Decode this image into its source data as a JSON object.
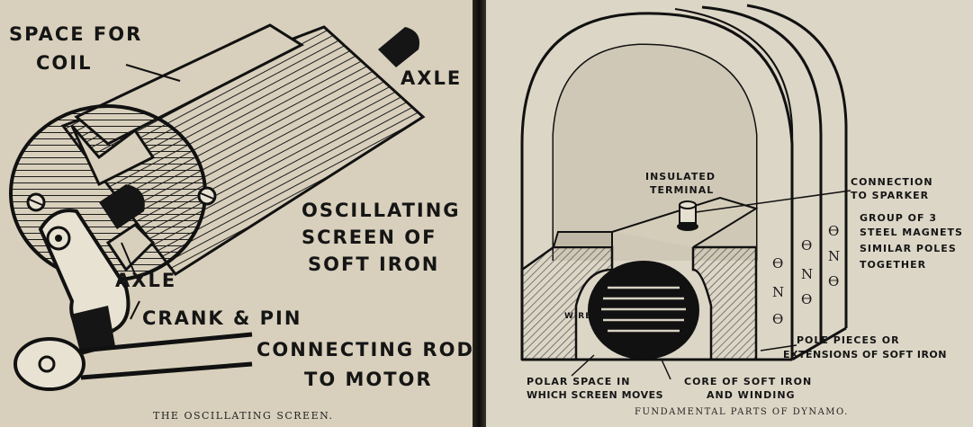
{
  "left": {
    "labels": {
      "space_for": "SPACE FOR",
      "coil": "COIL",
      "axle_top": "AXLE",
      "osc_line1": "OSCILLATING",
      "osc_line2": "SCREEN OF",
      "osc_line3": "SOFT IRON",
      "axle_lower": "AXLE",
      "crank": "CRANK & PIN",
      "rod_line1": "CONNECTING ROD",
      "rod_line2": "TO MOTOR"
    },
    "caption": "THE OSCILLATING SCREEN."
  },
  "right": {
    "labels": {
      "ins_line1": "INSULATED",
      "ins_line2": "TERMINAL",
      "conn_line1": "CONNECTION",
      "conn_line2": "TO SPARKER",
      "grp_line1": "GROUP OF 3",
      "grp_line2": "STEEL MAGNETS",
      "grp_line3": "SIMILAR POLES",
      "grp_line4": "TOGETHER",
      "wire": "WIRE",
      "pole_line1": "POLE PIECES OR",
      "pole_line2": "EXTENSIONS OF SOFT IRON",
      "polar_line1": "POLAR SPACE IN",
      "polar_line2": "WHICH SCREEN MOVES",
      "core_line1": "CORE OF SOFT IRON",
      "core_line2": "AND WINDING"
    },
    "caption": "FUNDAMENTAL PARTS OF DYNAMO."
  }
}
